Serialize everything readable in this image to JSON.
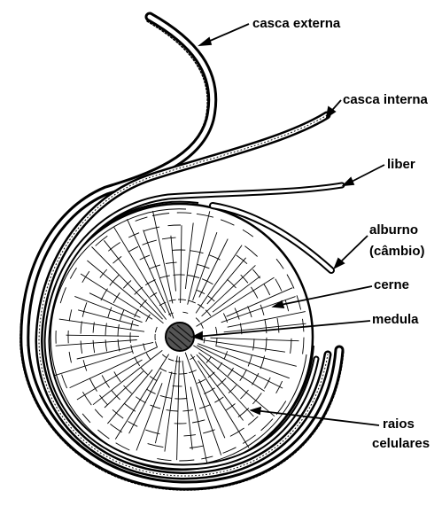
{
  "labels": {
    "casca_externa": "casca externa",
    "casca_interna": "casca interna",
    "liber": "liber",
    "alburno": "alburno",
    "cambio": "(câmbio)",
    "cerne": "cerne",
    "medula": "medula",
    "raios_line1": "raios",
    "raios_line2": "celulares"
  },
  "colors": {
    "ink": "#000000",
    "paper": "#ffffff",
    "medula_fill": "#555555"
  }
}
